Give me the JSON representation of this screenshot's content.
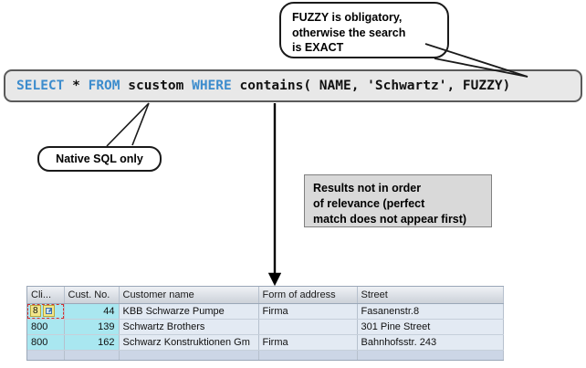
{
  "callouts": {
    "fuzzy": {
      "line1": "FUZZY is  obligatory,",
      "line2": "otherwise the search",
      "line3": "is EXACT"
    },
    "native": {
      "label": "Native SQL only"
    }
  },
  "note": {
    "line1": "Results not in order",
    "line2": "of relevance (perfect",
    "line3": "match does not appear first)"
  },
  "sql": {
    "tokens": [
      {
        "text": "SELECT",
        "type": "keyword"
      },
      {
        "text": " * ",
        "type": "plain"
      },
      {
        "text": "FROM",
        "type": "keyword"
      },
      {
        "text": " scustom ",
        "type": "plain"
      },
      {
        "text": "WHERE",
        "type": "keyword"
      },
      {
        "text": " contains( NAME, 'Schwartz', FUZZY)",
        "type": "plain"
      }
    ],
    "full_text": "SELECT * FROM scustom WHERE contains( NAME, 'Schwartz', FUZZY)",
    "keyword_color": "#3c8ccd",
    "text_color": "#111111",
    "background": "#e8e8e8"
  },
  "result_table": {
    "columns": [
      {
        "key": "cli",
        "label": "Cli..."
      },
      {
        "key": "cust_no",
        "label": "Cust. No."
      },
      {
        "key": "customer_name",
        "label": "Customer name"
      },
      {
        "key": "form_of_address",
        "label": "Form of address"
      },
      {
        "key": "street",
        "label": "Street"
      }
    ],
    "rows": [
      {
        "cli": "8",
        "cli_selected": true,
        "cust_no": "44",
        "customer_name": "KBB Schwarze Pumpe",
        "form_of_address": "Firma",
        "street": "Fasanenstr.8"
      },
      {
        "cli": "800",
        "cli_selected": false,
        "cust_no": "139",
        "customer_name": "Schwartz Brothers",
        "form_of_address": "",
        "street": "301 Pine Street"
      },
      {
        "cli": "800",
        "cli_selected": false,
        "cust_no": "162",
        "customer_name": "Schwarz Konstruktionen Gm",
        "form_of_address": "Firma",
        "street": "Bahnhofsstr. 243"
      }
    ],
    "key_column_color": "#a9e7f0",
    "row_color": "#e3eaf3",
    "selection_border_color": "#d0302f",
    "selection_fill_color": "#f2e68a"
  },
  "connectors": {
    "flow_arrow_color": "#000000",
    "callout_tail_color": "#1a1a1a"
  }
}
